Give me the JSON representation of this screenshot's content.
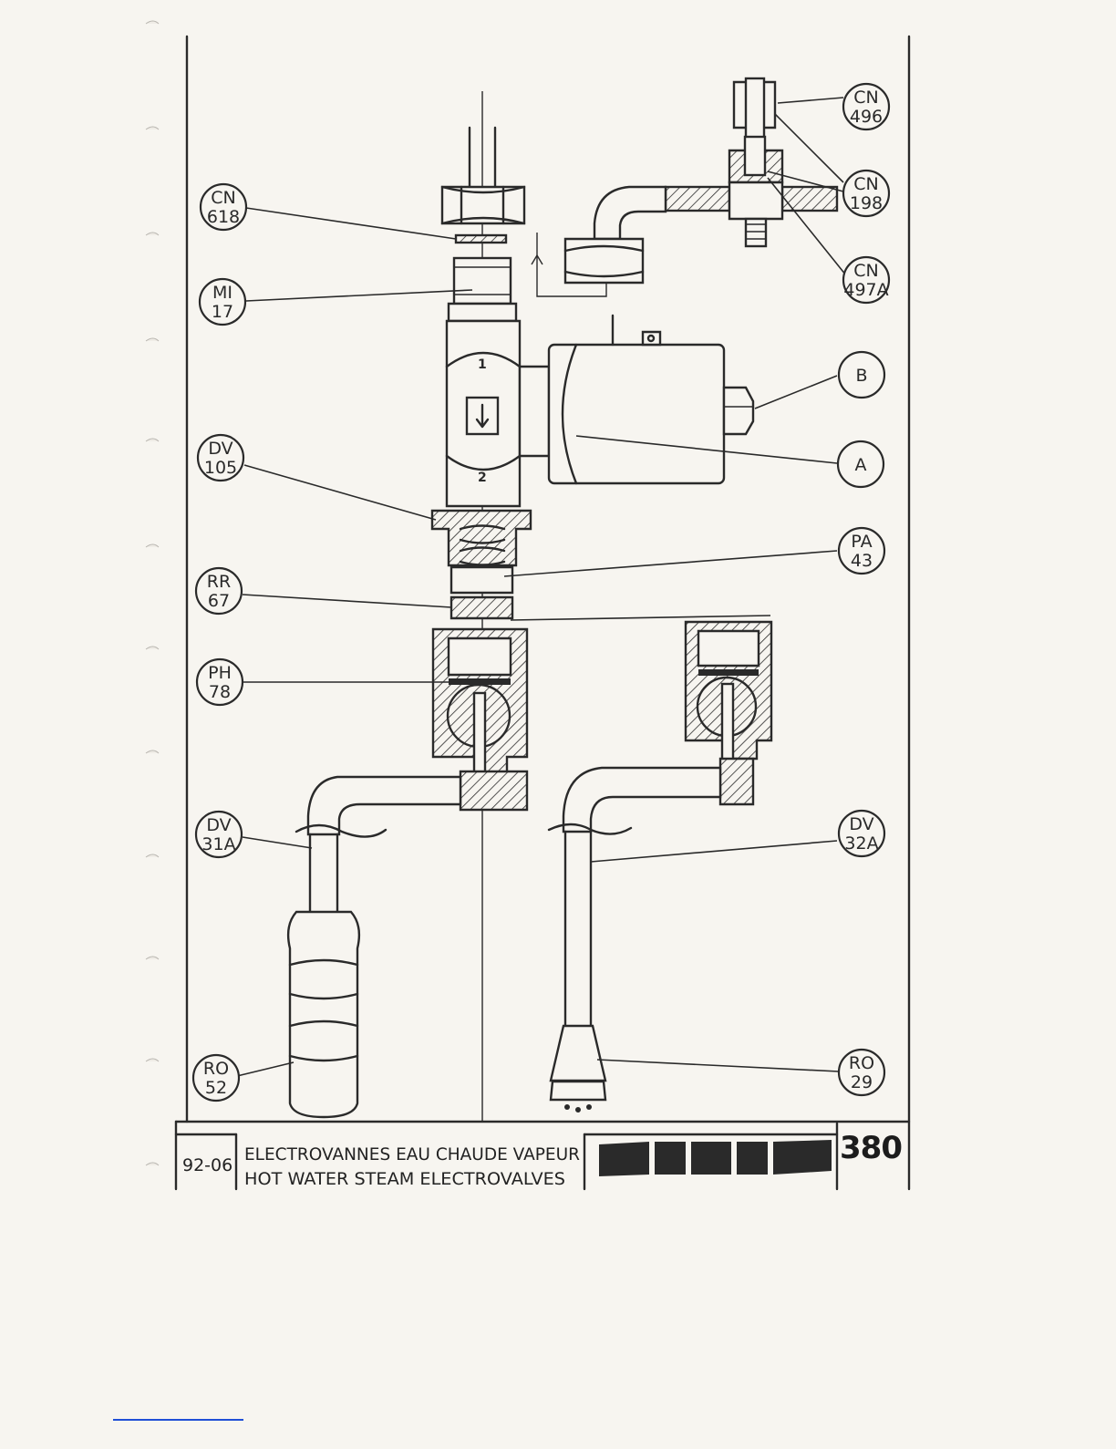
{
  "title_block": {
    "code": "92-06",
    "title_fr": "ELECTROVANNES EAU CHAUDE VAPEUR",
    "title_en": "HOT WATER STEAM ELECTROVALVES",
    "page_number": "380",
    "logo": "FAEMA"
  },
  "callouts": [
    {
      "line1": "CN",
      "line2": "496"
    },
    {
      "line1": "CN",
      "line2": "198"
    },
    {
      "line1": "CN",
      "line2": "497A"
    },
    {
      "line1": "CN",
      "line2": "618"
    },
    {
      "line1": "MI",
      "line2": "17"
    },
    {
      "line1": "B",
      "line2": ""
    },
    {
      "line1": "A",
      "line2": ""
    },
    {
      "line1": "DV",
      "line2": "105"
    },
    {
      "line1": "PA",
      "line2": "43"
    },
    {
      "line1": "RR",
      "line2": "67"
    },
    {
      "line1": "PH",
      "line2": "78"
    },
    {
      "line1": "DV",
      "line2": "31A"
    },
    {
      "line1": "DV",
      "line2": "32A"
    },
    {
      "line1": "RO",
      "line2": "52"
    },
    {
      "line1": "RO",
      "line2": "29"
    }
  ],
  "flow_marks": {
    "inlet": "1",
    "outlet": "2"
  },
  "colors": {
    "ink": "#2a2a2a",
    "paper": "#f7f5f0",
    "link": "#1f4fd6"
  }
}
